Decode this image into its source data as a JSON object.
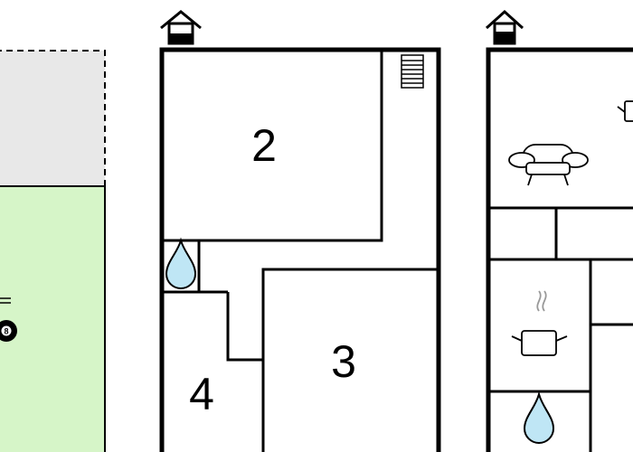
{
  "colors": {
    "wall": "#000000",
    "background": "#ffffff",
    "garden": "#d6f5c8",
    "terrace": "#e8e8e8",
    "water": "#bfe6f5"
  },
  "plans": [
    {
      "name": "ground-floor",
      "level_icon": "house-floor-icon",
      "rooms": [
        {
          "number": "2",
          "icon": "staircase-icon"
        },
        {
          "number": "3"
        },
        {
          "number": "4"
        }
      ],
      "fixtures": [
        "water-drop-icon"
      ]
    },
    {
      "name": "upper-floor",
      "level_icon": "house-floor-icon",
      "fixtures": [
        "sofa-icon",
        "cooking-pot-icon",
        "kettle-icon",
        "water-drop-icon"
      ]
    }
  ],
  "outdoor": {
    "areas": [
      "terrace",
      "garden"
    ],
    "pool_table_ball": "8"
  }
}
